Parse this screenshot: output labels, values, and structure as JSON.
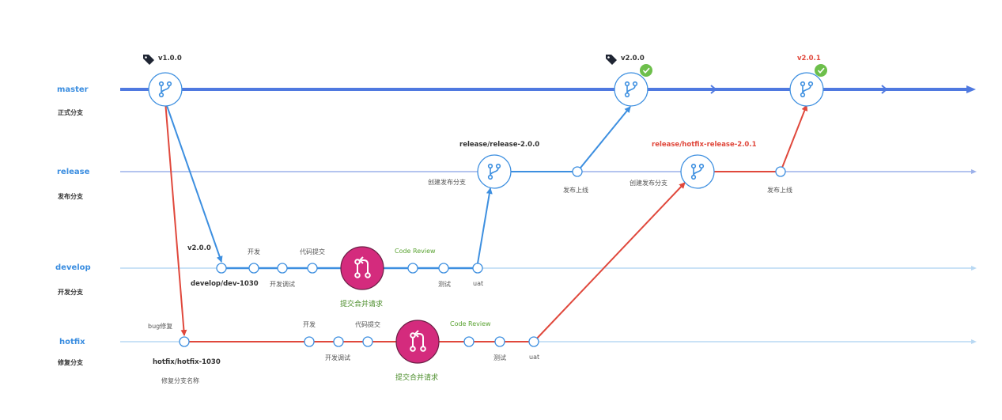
{
  "lanes": {
    "master": {
      "name": "master",
      "desc": "正式分支"
    },
    "release": {
      "name": "release",
      "desc": "发布分支"
    },
    "develop": {
      "name": "develop",
      "desc": "开发分支"
    },
    "hotfix": {
      "name": "hotfix",
      "desc": "修复分支"
    }
  },
  "master": {
    "tag1": "v1.0.0",
    "tag2": "v2.0.0",
    "tag3": "v2.0.1"
  },
  "release": {
    "branch1": "release/release-2.0.0",
    "branch2": "release/hotfix-release-2.0.1",
    "create1": "创建发布分支",
    "create2": "创建发布分支",
    "online1": "发布上线",
    "online2": "发布上线"
  },
  "develop": {
    "version": "v2.0.0",
    "branch": "develop/dev-1030",
    "dev": "开发",
    "dev_test": "开发调试",
    "commit": "代码提交",
    "pr": "提交合并请求",
    "review": "Code Review",
    "test": "测试",
    "uat": "uat"
  },
  "hotfix": {
    "bugfix": "bug修复",
    "branch": "hotfix/hotfix-1030",
    "branch_name_note": "修复分支名称",
    "dev": "开发",
    "dev_test": "开发调试",
    "commit": "代码提交",
    "pr": "提交合并请求",
    "review": "Code Review",
    "test": "测试",
    "uat": "uat"
  },
  "icons": {
    "tag": "tag-icon",
    "branch": "git-branch-icon",
    "merge": "pull-request-icon",
    "check": "check-icon"
  },
  "colors": {
    "master_line": "#4f79e0",
    "release_line": "#9bb0ea",
    "develop_line": "#b8d8f3",
    "blue_flow": "#3d8fe0",
    "red_flow": "#e0483c",
    "pr_fill": "#d42b7d",
    "check_fill": "#6dbf4b"
  }
}
